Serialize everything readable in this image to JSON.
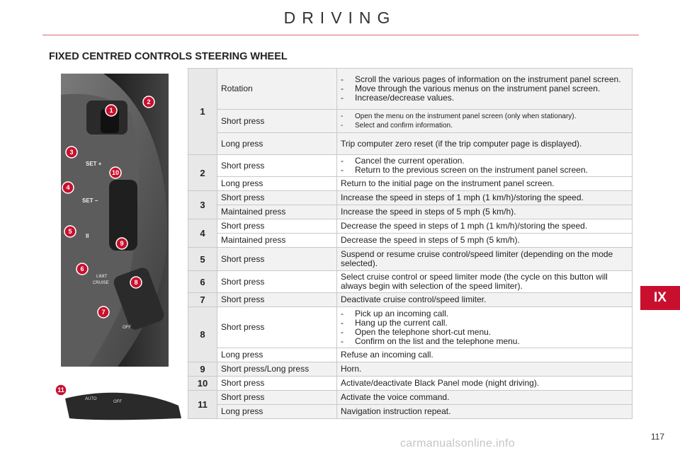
{
  "header": {
    "title": "DRIVING"
  },
  "section_title": "FIXED CENTRED CONTROLS STEERING WHEEL",
  "chapter_tab": "IX",
  "page_number": "117",
  "watermark": "carmanualsonline.info",
  "illustration": {
    "callouts": [
      "1",
      "2",
      "3",
      "4",
      "5",
      "6",
      "7",
      "8",
      "9",
      "10",
      "11"
    ],
    "labels": {
      "set_plus": "SET +",
      "set_minus": "SET −",
      "pause": "II",
      "limit": "LIMIT",
      "cruise": "CRUISE",
      "off": "OFF"
    },
    "stalk_labels": {
      "auto": "AUTO",
      "off": "OFF"
    },
    "callout_color": "#c8102e"
  },
  "rows": [
    {
      "num": "1",
      "action": "Rotation",
      "bullets": [
        "Scroll the various pages of information on the instrument panel screen.",
        "Move through the various menus on the instrument panel screen.",
        "Increase/decrease values."
      ]
    },
    {
      "action": "Short press",
      "bullets": [
        "Open the menu on the instrument panel screen (only when stationary).",
        "Select and confirm information."
      ],
      "small": true
    },
    {
      "action": "Long press",
      "text": "Trip computer zero reset (if the trip computer page is displayed)."
    },
    {
      "num": "2",
      "action": "Short press",
      "bullets": [
        "Cancel the current operation.",
        "Return to the previous screen on the instrument panel screen."
      ]
    },
    {
      "action": "Long press",
      "text": "Return to the initial page on the instrument panel screen."
    },
    {
      "num": "3",
      "action": "Short press",
      "text": "Increase the speed in steps of 1 mph (1 km/h)/storing the speed."
    },
    {
      "action": "Maintained press",
      "text": "Increase the speed in steps of 5 mph (5 km/h)."
    },
    {
      "num": "4",
      "action": "Short press",
      "text": "Decrease the speed in steps of 1 mph (1 km/h)/storing the speed."
    },
    {
      "action": "Maintained press",
      "text": "Decrease the speed in steps of 5 mph (5 km/h)."
    },
    {
      "num": "5",
      "action": "Short press",
      "text": "Suspend or resume cruise control/speed limiter (depending on the mode selected)."
    },
    {
      "num": "6",
      "action": "Short press",
      "text": "Select cruise control or speed limiter mode (the cycle on this button will always begin with selection of the speed limiter)."
    },
    {
      "num": "7",
      "action": "Short press",
      "text": "Deactivate cruise control/speed limiter."
    },
    {
      "num": "8",
      "action": "Short press",
      "bullets": [
        "Pick up an incoming call.",
        "Hang up the current call.",
        "Open the telephone short-cut menu.",
        "Confirm on the list and the telephone menu."
      ]
    },
    {
      "action": "Long press",
      "text": "Refuse an incoming call."
    },
    {
      "num": "9",
      "action": "Short press/Long press",
      "text": "Horn."
    },
    {
      "num": "10",
      "action": "Short press",
      "text": "Activate/deactivate Black Panel mode (night driving)."
    },
    {
      "num": "11",
      "action": "Short press",
      "text": "Activate the voice command."
    },
    {
      "action": "Long press",
      "text": "Navigation instruction repeat."
    }
  ]
}
